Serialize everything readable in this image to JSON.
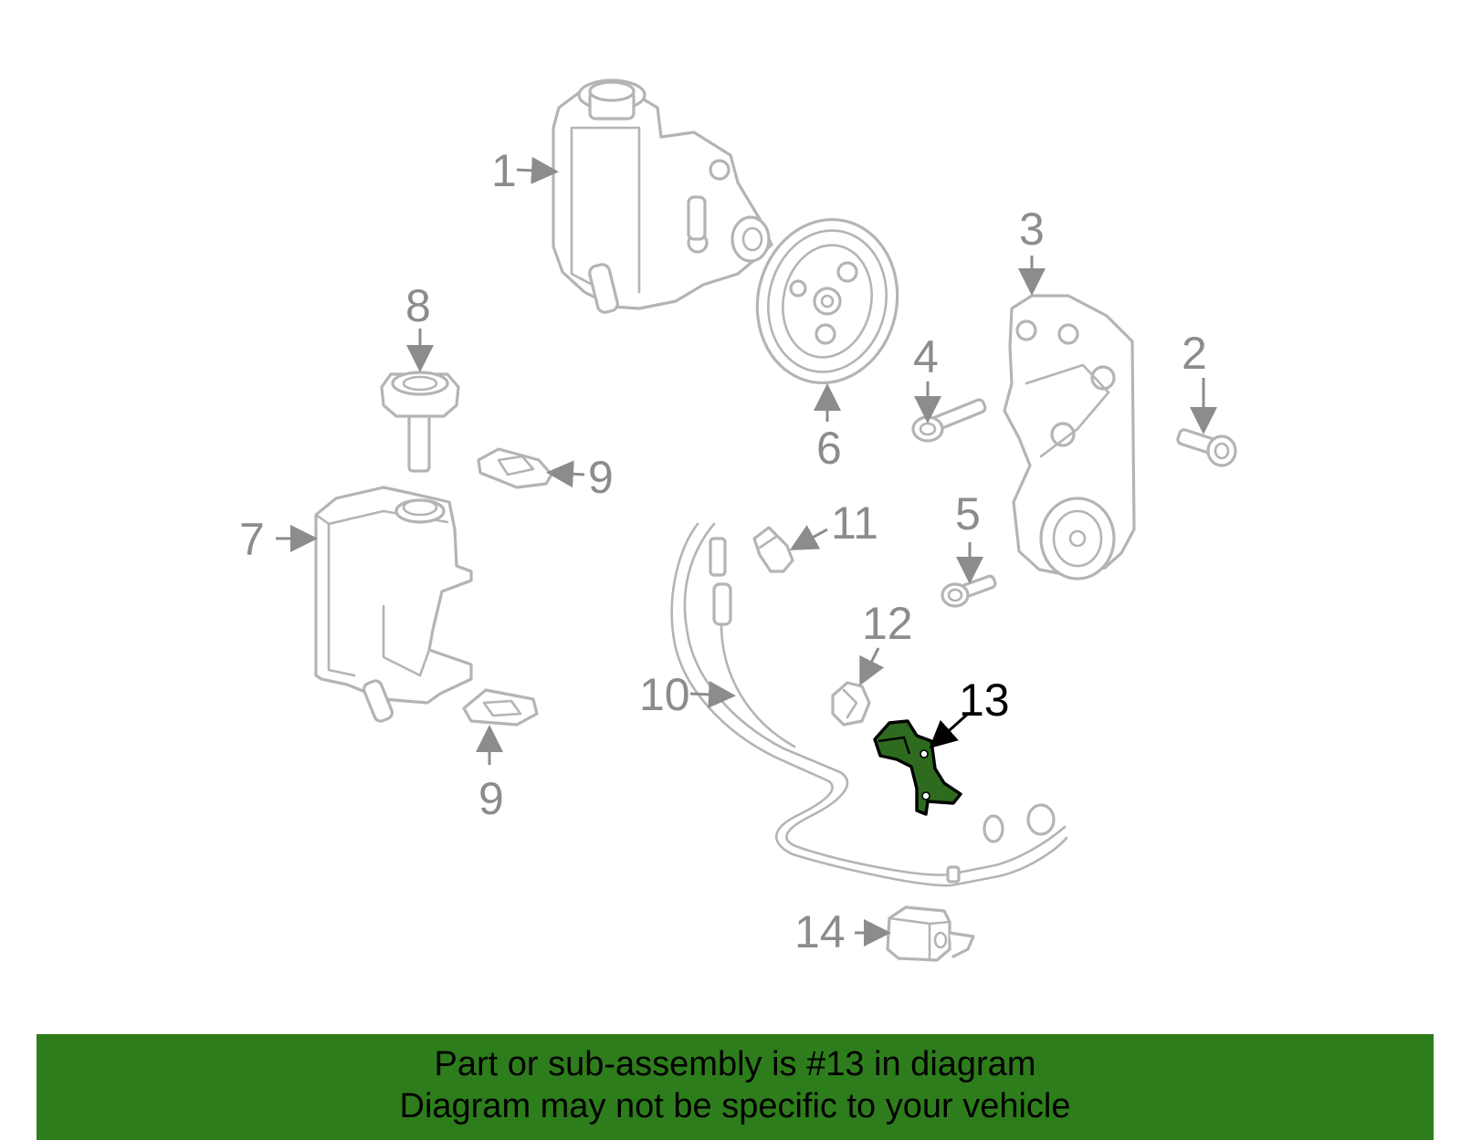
{
  "diagram": {
    "callouts": {
      "c1": "1",
      "c2": "2",
      "c3": "3",
      "c4": "4",
      "c5": "5",
      "c6": "6",
      "c7": "7",
      "c8": "8",
      "c9a": "9",
      "c9b": "9",
      "c10": "10",
      "c11": "11",
      "c12": "12",
      "c13": "13",
      "c14": "14"
    },
    "highlighted_part": "13",
    "colors": {
      "highlight": "#2e6b1f",
      "banner": "#2e7d1c",
      "part_line": "#b4b4b4",
      "callout_text": "#8c8c8c"
    }
  },
  "banner": {
    "line1": "Part or sub-assembly is #13 in diagram",
    "line2": "Diagram may not be specific to your vehicle"
  }
}
